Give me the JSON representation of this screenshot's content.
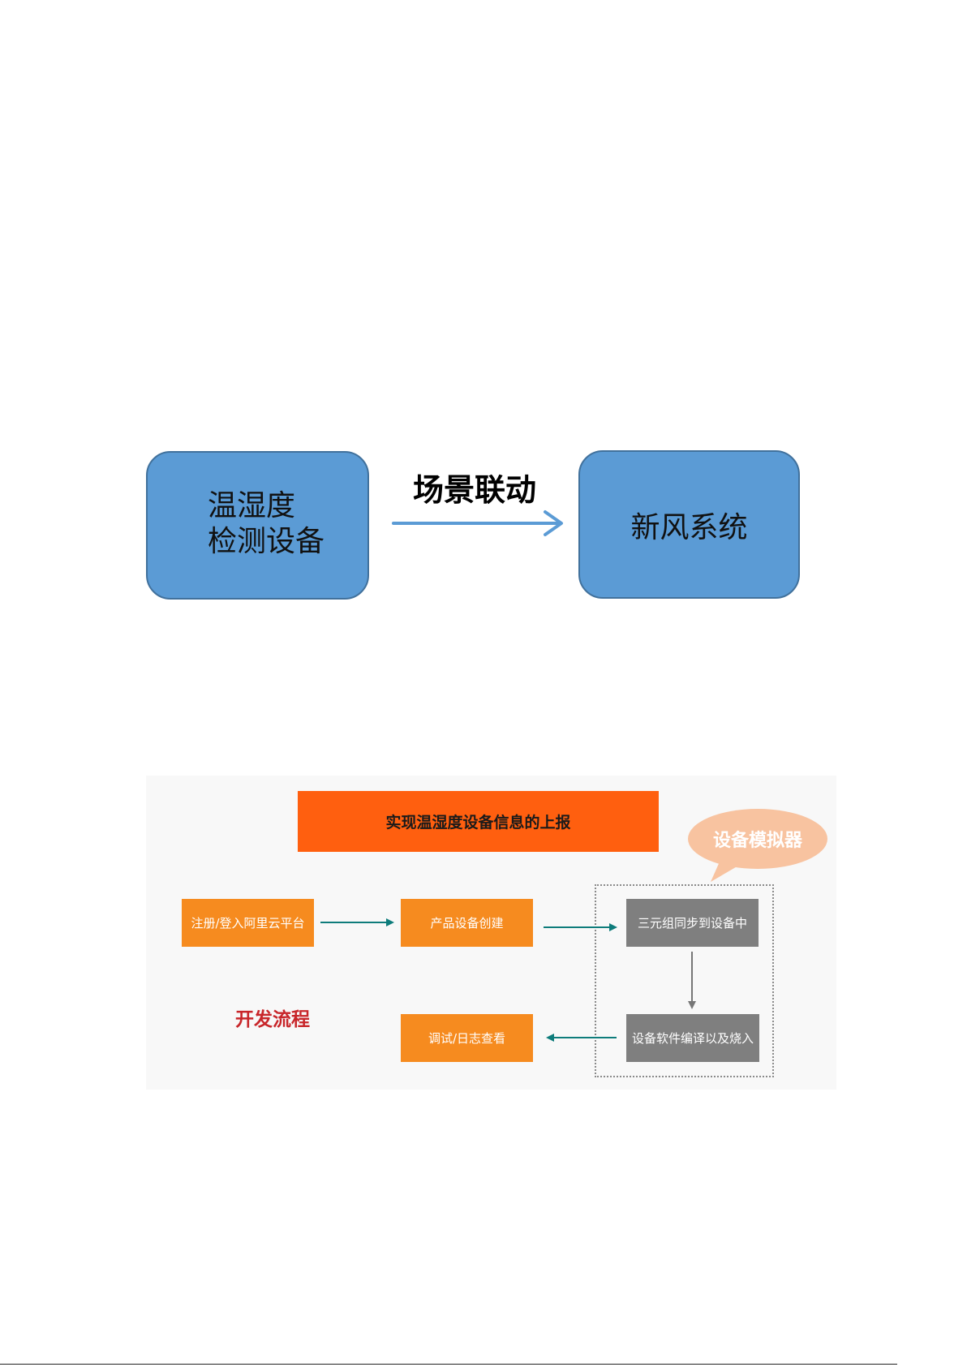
{
  "scene_diagram": {
    "source_device_lines": [
      "温湿度",
      "检测设备"
    ],
    "link_label": "场景联动",
    "target_device": "新风系统"
  },
  "flow_diagram": {
    "title": "实现温湿度设备信息的上报",
    "simulator_bubble": "设备模拟器",
    "side_label": "开发流程",
    "steps": {
      "register": "注册/登入阿里云平台",
      "create_product": "产品设备创建",
      "sync_triple": "三元组同步到设备中",
      "compile_flash": "设备软件编译以及烧入",
      "debug_logs": "调试/日志查看"
    }
  },
  "colors": {
    "device_box_fill": "#5B9BD5",
    "device_box_border": "#41719C",
    "title_bar": "#FF5F0F",
    "step_orange": "#F68B1F",
    "step_gray": "#7F7F7F",
    "bubble_fill": "#F8C3A0",
    "flow_arrow": "#0E7C7B",
    "side_label": "#C8262A"
  },
  "icons": {
    "scene_arrow": "arrow-right-icon",
    "flow_arrows": [
      "arrow-right-icon",
      "arrow-right-icon",
      "arrow-down-icon",
      "arrow-left-icon"
    ]
  }
}
